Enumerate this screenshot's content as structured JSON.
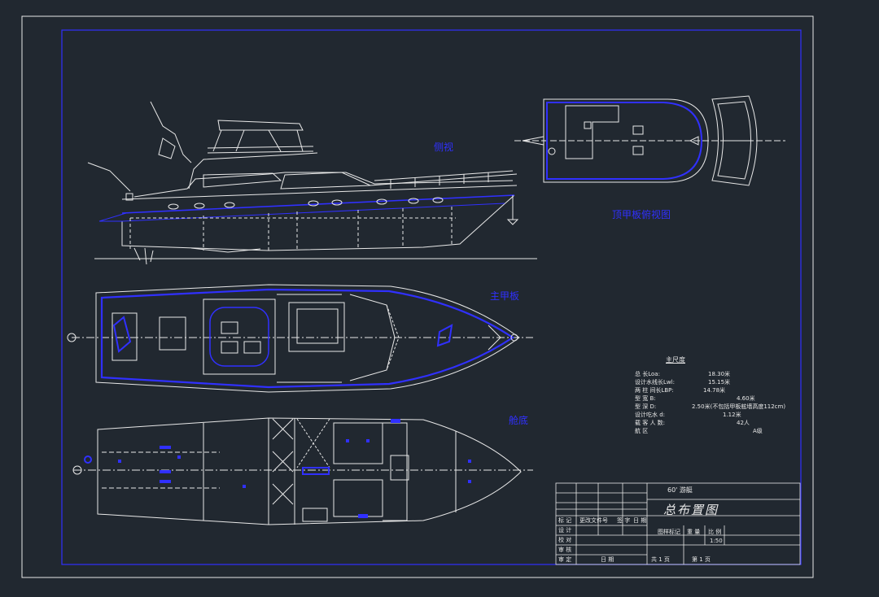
{
  "views": {
    "side": "侧视",
    "top_deck": "顶甲板俯视图",
    "main_deck": "主甲板",
    "cabin": "舱底"
  },
  "specs": {
    "title": "主尺度",
    "rows": [
      {
        "label": "总    长Loa:",
        "value": "18.30米"
      },
      {
        "label": "设计水线长Lwl:",
        "value": "15.15米"
      },
      {
        "label": "两 柱 间长LBP:",
        "value": "14.78米"
      },
      {
        "label": "型    宽   B:",
        "value": "4.60米"
      },
      {
        "label": "型    深   D:",
        "value": "2.50米(不包括甲板舷墙高度112cm)"
      },
      {
        "label": "设计吃水   d:",
        "value": "1.12米"
      },
      {
        "label": "载 客 人 数:",
        "value": "42人"
      },
      {
        "label": "航    区",
        "value": "A级"
      }
    ]
  },
  "title_block": {
    "project": "60' 游艇",
    "drawing_title": "总布置图",
    "left_rows": [
      "标 记",
      "设 计",
      "校 对",
      "审 核",
      "审 定"
    ],
    "change_header": [
      "更改文件号",
      "签 字",
      "日 期"
    ],
    "date_label": "日 期",
    "stage_label": "图样标记",
    "weight_label": "重 量",
    "scale_label": "比 例",
    "scale_value": "1:50",
    "sheet_total": "共 1 页",
    "sheet_no": "第 1 页"
  },
  "colors": {
    "background": "#212830",
    "line_white": "#e8e8e8",
    "line_blue": "#2a2aff"
  }
}
